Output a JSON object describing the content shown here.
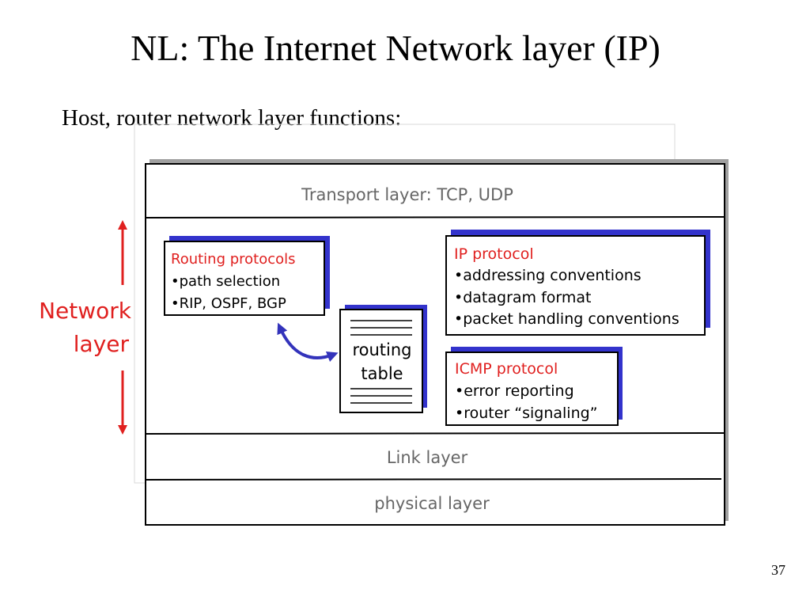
{
  "title": "NL: The Internet Network layer (IP)",
  "subtitle": "Host, router network layer functions:",
  "page_number": "37",
  "colors": {
    "red": "#e0201f",
    "blue_shadow": "#3333cc",
    "gray_text": "#666666",
    "arrow_blue": "#3333bb"
  },
  "diagram": {
    "transport_layer": "Transport layer: TCP, UDP",
    "link_layer": "Link layer",
    "physical_layer": "physical layer",
    "network_layer_label": {
      "line1": "Network",
      "line2": "layer"
    },
    "routing_protocols": {
      "title": "Routing protocols",
      "items": [
        "•path selection",
        "•RIP, OSPF, BGP"
      ]
    },
    "routing_table": {
      "line1": "routing",
      "line2": "table"
    },
    "ip_protocol": {
      "title": "IP protocol",
      "items": [
        "•addressing conventions",
        "•datagram format",
        "•packet handling conventions"
      ]
    },
    "icmp_protocol": {
      "title": "ICMP protocol",
      "items": [
        "•error reporting",
        "•router “signaling”"
      ]
    }
  }
}
